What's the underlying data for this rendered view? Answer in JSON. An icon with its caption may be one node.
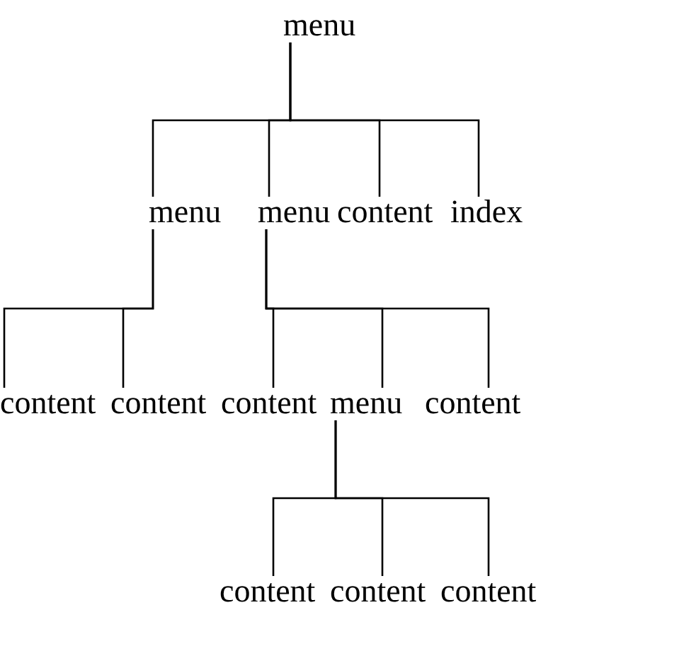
{
  "diagram": {
    "nodes": [
      {
        "text": [
          "menu"
        ]
      },
      {
        "text": [
          "menu"
        ]
      },
      {
        "text": [
          "menu"
        ]
      },
      {
        "text": [
          "content"
        ]
      },
      {
        "text": [
          "index"
        ]
      },
      {
        "text": [
          "content"
        ]
      },
      {
        "text": [
          "content"
        ]
      },
      {
        "text": [
          "content"
        ]
      },
      {
        "text": [
          "menu"
        ]
      },
      {
        "text": [
          "content"
        ]
      },
      {
        "text": [
          "content"
        ]
      },
      {
        "text": [
          "content"
        ]
      },
      {
        "text": [
          "content"
        ]
      }
    ],
    "edges": [
      {
        "from": 0,
        "to": 1,
        "arrow": "none"
      },
      {
        "from": 0,
        "to": 2,
        "arrow": "none"
      },
      {
        "from": 0,
        "to": 3,
        "arrow": "none"
      },
      {
        "from": 0,
        "to": 4,
        "arrow": "none"
      },
      {
        "from": 1,
        "to": 5,
        "arrow": "none"
      },
      {
        "from": 1,
        "to": 6,
        "arrow": "none"
      },
      {
        "from": 2,
        "to": 7,
        "arrow": "none"
      },
      {
        "from": 2,
        "to": 8,
        "arrow": "none"
      },
      {
        "from": 2,
        "to": 9,
        "arrow": "none"
      },
      {
        "from": 8,
        "to": 10,
        "arrow": "none"
      },
      {
        "from": 8,
        "to": 11,
        "arrow": "none"
      },
      {
        "from": 8,
        "to": 12,
        "arrow": "none"
      }
    ]
  }
}
